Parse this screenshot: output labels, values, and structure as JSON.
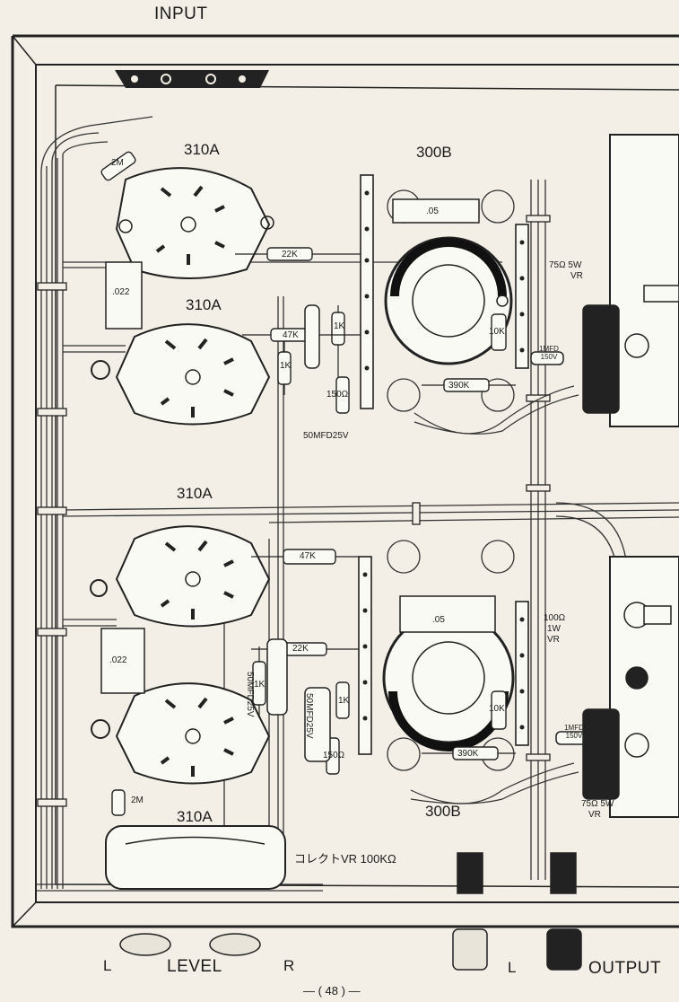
{
  "labels": {
    "input": "INPUT",
    "tube_310a": "310A",
    "tube_300b": "300B",
    "r_22k": "22K",
    "r_47k": "47K",
    "r_1k": "1K",
    "r_10k": "10K",
    "r_390k": "390K",
    "r_150": "150Ω",
    "r_2m": "2M",
    "cap_05": ".05",
    "cap_022": ".022",
    "cap_50mfd": "50MFD25V",
    "cap_1mfd": "1MFD 150V",
    "vr_75_top": "75Ω 5W",
    "vr_75_bottom": "75Ω 5W",
    "vr": "VR",
    "vr_100_top": "100Ω",
    "vr_100_mid": "1W",
    "vr_100_bottom": "VR",
    "collect_vr": "コレクトVR 100KΩ",
    "level": "LEVEL",
    "level_l": "L",
    "level_r": "R",
    "output_l": "L",
    "output": "OUTPUT",
    "page": "— ( 48 ) —"
  }
}
